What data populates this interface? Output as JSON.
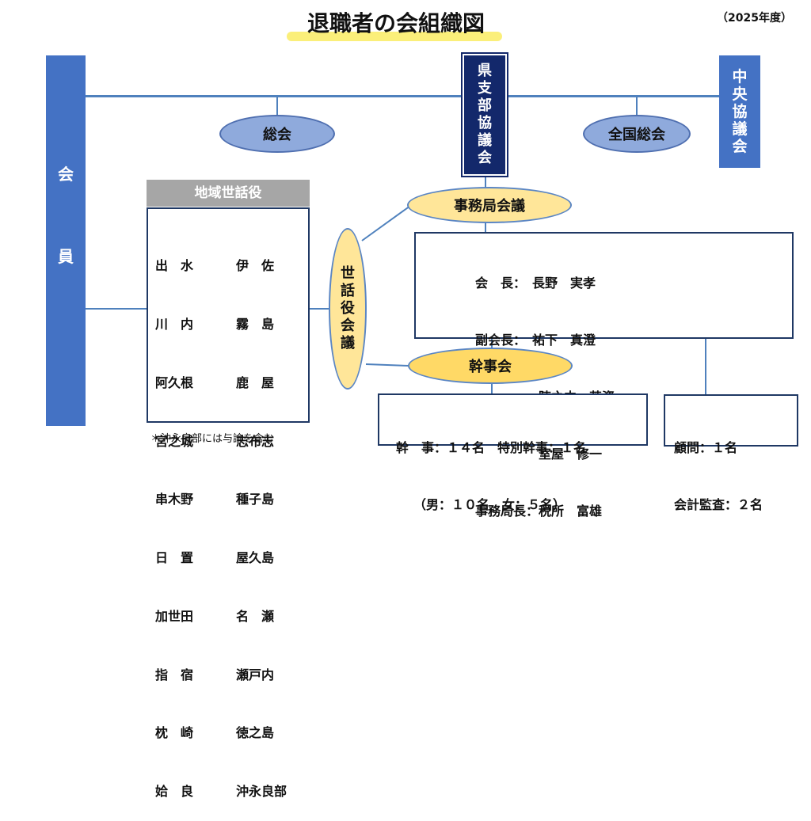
{
  "title": "退職者の会組織図",
  "year": "（2025年度）",
  "member_bar": [
    "会",
    "員"
  ],
  "prefecture_council": "県支部協議会",
  "central_council": "中央協議会",
  "general_assembly": "総会",
  "national_assembly": "全国総会",
  "secretariat_meeting": "事務局会議",
  "caretaker_meeting": "世話役会議",
  "executive_meeting": "幹事会",
  "regional": {
    "header": "地域世話役",
    "col1": [
      "出　水",
      "川　内",
      "阿久根",
      "宮之城",
      "串木野",
      "日　置",
      "加世田",
      "指　宿",
      "枕　崎",
      "姶　良"
    ],
    "col2": [
      "伊　佐",
      "霧　島",
      "鹿　屋",
      "志布志",
      "種子島",
      "屋久島",
      "名　瀬",
      "瀬戸内",
      "徳之島",
      "沖永良部"
    ],
    "note": "＊沖永良部には与論を含む"
  },
  "officers": [
    "会　長：　長野　実孝",
    "副会長：　祐下　真澄",
    "　　　　　陣之内　英資",
    "　　　　　室屋　修一",
    "事務局長：税所　富雄"
  ],
  "executive_info": [
    "幹　事：１４名　特別幹事：１名",
    "（男：１０名　女：５名）"
  ],
  "advisors": [
    "顧問：１名",
    "会計監査：２名"
  ]
}
